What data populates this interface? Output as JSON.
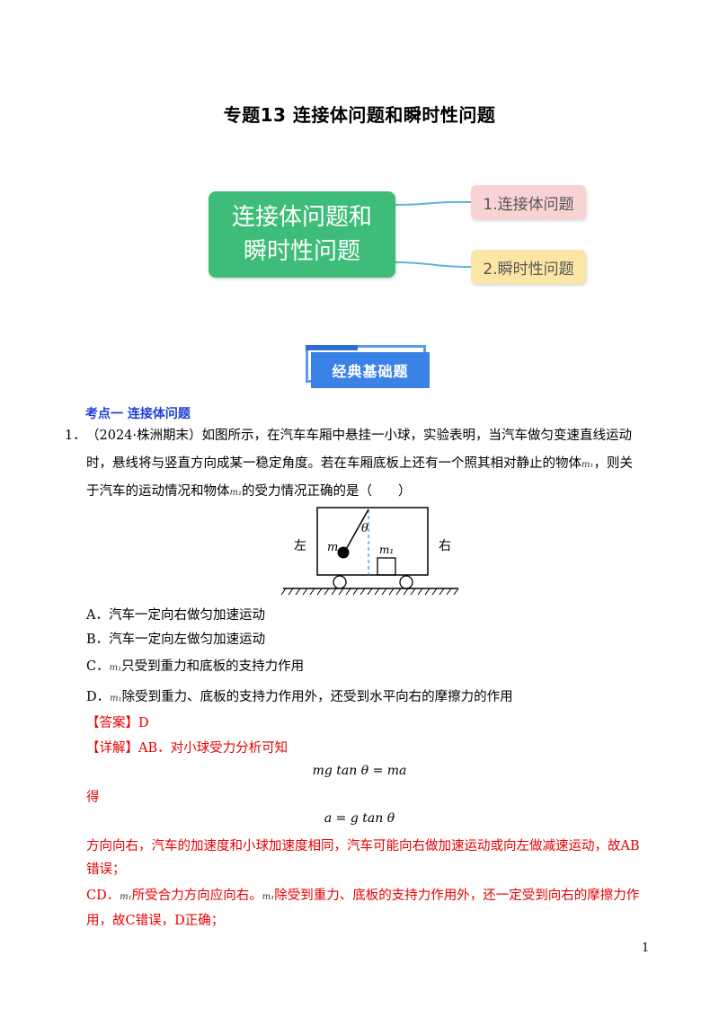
{
  "title": "专题13  连接体问题和瞬时性问题",
  "mindmap": {
    "central_line1": "连接体问题和",
    "central_line2": "瞬时性问题",
    "node1": "1.连接体问题",
    "node2": "2.瞬时性问题",
    "colors": {
      "central": "#3dbd78",
      "node1": "#f9d3d3",
      "node2": "#fbe6a6",
      "connector": "#5bb6d6"
    }
  },
  "banner": "经典基础题",
  "section": "考点一  连接体问题",
  "question": {
    "number": "1．",
    "line1": "（2024·株洲期末）如图所示，在汽车车厢中悬挂一小球，实验表明，当汽车做匀变速直线运动",
    "line2a": "时，悬线将与竖直方向成某一稳定角度。若在车厢底板上还有一个照其相对静止的物体",
    "line2b": "，则关",
    "line3a": "于汽车的运动情况和物体",
    "line3b": "的受力情况正确的是（　　）",
    "m1_symbol": "m₁"
  },
  "figure": {
    "left_label": "左",
    "right_label": "右",
    "ball_label": "m",
    "block_label": "m₁",
    "angle_label": "θ"
  },
  "options": [
    {
      "letter": "A．",
      "text": "汽车一定向右做匀加速运动"
    },
    {
      "letter": "B．",
      "text": "汽车一定向左做匀加速运动"
    },
    {
      "letter": "C．",
      "text": "只受到重力和底板的支持力作用"
    },
    {
      "letter": "D．",
      "text": "除受到重力、底板的支持力作用外，还受到水平向右的摩擦力的作用"
    }
  ],
  "answer": "【答案】D",
  "detail": {
    "intro": "【详解】AB．对小球受力分析可知",
    "formula1": "mg tan θ = ma",
    "de": "得",
    "formula2": "a = g tan θ",
    "para1_line1": "方向向右，汽车的加速度和小球加速度相同，汽车可能向右做加速运动或向左做减速运动，故AB",
    "para1_line2": "错误；",
    "para2_prefix": "CD．",
    "para2_mid": "所受合力方向应向右。",
    "para2_rest": "除受到重力、底板的支持力作用外，还一定受到向右的摩擦力作",
    "para2_line2": "用，故C错误，D正确；"
  },
  "page_number": "1"
}
